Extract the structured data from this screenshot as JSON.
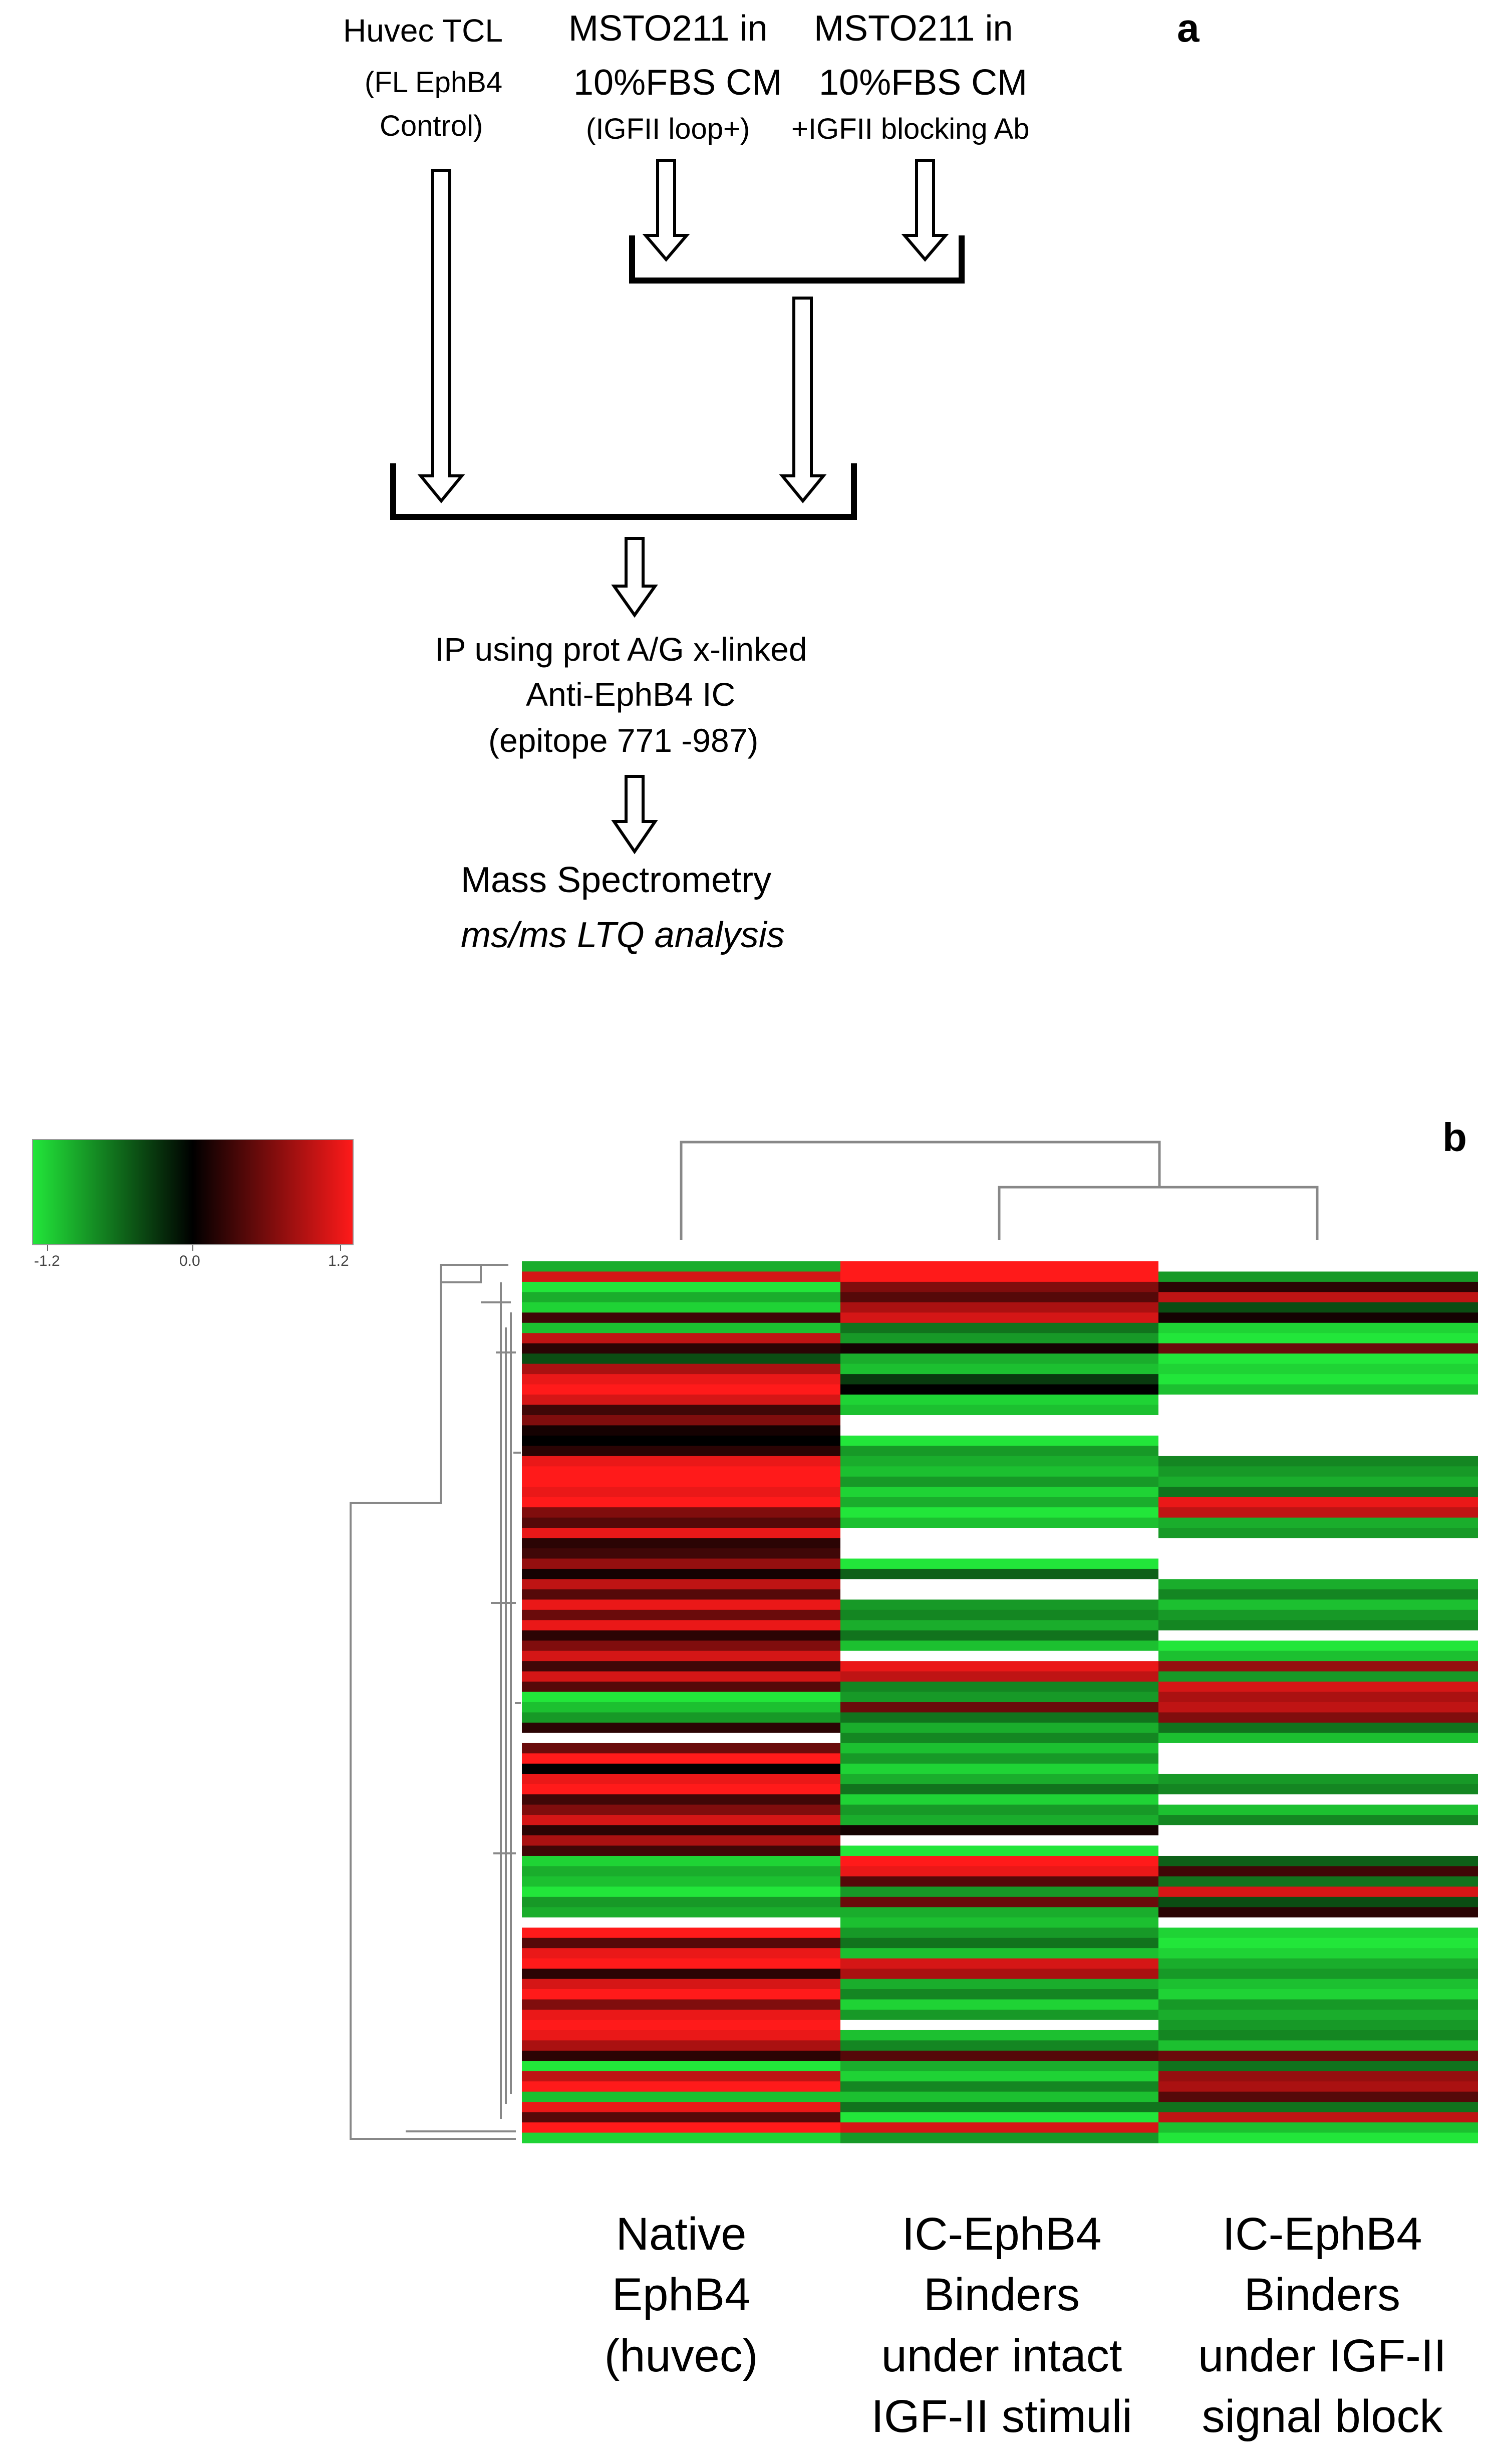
{
  "panel_a": {
    "letter": "a",
    "sources": [
      {
        "title": "Huvec TCL",
        "line2": "(FL EphB4",
        "line3": "Control)"
      },
      {
        "title": "MSTO211 in",
        "line2": "10%FBS CM",
        "line3": "(IGFII loop+)"
      },
      {
        "title": "MSTO211 in",
        "line2": "10%FBS CM",
        "line3": "+IGFII blocking Ab"
      }
    ],
    "ip_step": [
      "IP using prot A/G x-linked",
      "Anti-EphB4 IC",
      "(epitope 771 -987)"
    ],
    "ms_step": {
      "title": "Mass Spectrometry",
      "subtitle": "ms/ms LTQ analysis"
    }
  },
  "panel_b": {
    "letter": "b",
    "color_scale": {
      "min_label": "-1.2",
      "mid_label": "0.0",
      "max_label": "1.2",
      "low_color": "#22e63a",
      "mid_color": "#000000",
      "high_color": "#ff1a1a",
      "missing_color": "#ffffff"
    },
    "columns": [
      {
        "lines": [
          "Native",
          "EphB4",
          "(huvec)"
        ]
      },
      {
        "lines": [
          "IC-EphB4",
          "Binders",
          "under intact",
          "IGF-II stimuli"
        ]
      },
      {
        "lines": [
          "IC-EphB4",
          "Binders",
          "under IGF-II",
          "signal block"
        ]
      }
    ]
  },
  "chart_data": {
    "type": "heatmap",
    "title": "",
    "columns": [
      "Native EphB4 (huvec)",
      "IC-EphB4 Binders under intact IGF-II stimuli",
      "IC-EphB4 Binders under IGF-II signal block"
    ],
    "value_range": [
      -1.2,
      1.2
    ],
    "column_dendrogram": "col1 separate; col2 and col3 cluster together",
    "rows_note": "missing values shown as white (null)",
    "rows": [
      [
        -0.9,
        1.2,
        null
      ],
      [
        1.0,
        1.2,
        -0.8
      ],
      [
        -1.2,
        0.6,
        0.2
      ],
      [
        -0.9,
        0.4,
        0.9
      ],
      [
        -1.1,
        0.8,
        -0.4
      ],
      [
        0.3,
        1.0,
        0.1
      ],
      [
        -1.0,
        -0.6,
        -1.1
      ],
      [
        0.9,
        -0.8,
        -1.2
      ],
      [
        0.2,
        0.1,
        0.5
      ],
      [
        -0.4,
        -0.9,
        -1.2
      ],
      [
        0.8,
        -1.0,
        -1.1
      ],
      [
        1.1,
        -0.3,
        -1.2
      ],
      [
        1.2,
        0.0,
        -1.0
      ],
      [
        1.0,
        -1.1,
        null
      ],
      [
        0.3,
        -1.0,
        null
      ],
      [
        0.6,
        null,
        null
      ],
      [
        0.1,
        null,
        null
      ],
      [
        0.0,
        -1.2,
        null
      ],
      [
        0.2,
        -0.8,
        null
      ],
      [
        1.1,
        -0.9,
        -0.7
      ],
      [
        1.2,
        -1.0,
        -0.8
      ],
      [
        1.2,
        -0.8,
        -0.9
      ],
      [
        1.1,
        -1.1,
        -0.6
      ],
      [
        1.2,
        -0.9,
        1.1
      ],
      [
        0.6,
        -1.2,
        0.9
      ],
      [
        0.4,
        -1.0,
        -0.9
      ],
      [
        1.1,
        null,
        -0.8
      ],
      [
        0.2,
        null,
        null
      ],
      [
        0.3,
        null,
        null
      ],
      [
        0.7,
        -1.2,
        null
      ],
      [
        0.1,
        -0.5,
        null
      ],
      [
        0.9,
        null,
        -0.9
      ],
      [
        0.4,
        null,
        -0.7
      ],
      [
        1.1,
        -0.8,
        -1.0
      ],
      [
        0.5,
        -0.7,
        -0.8
      ],
      [
        1.1,
        -0.9,
        -0.7
      ],
      [
        0.2,
        -0.6,
        null
      ],
      [
        0.6,
        -1.0,
        -1.2
      ],
      [
        1.0,
        null,
        -1.0
      ],
      [
        0.3,
        1.1,
        0.7
      ],
      [
        1.0,
        0.9,
        -0.8
      ],
      [
        0.4,
        -0.7,
        1.0
      ],
      [
        -1.2,
        -0.8,
        0.8
      ],
      [
        -1.0,
        0.5,
        0.9
      ],
      [
        -0.8,
        -0.6,
        0.6
      ],
      [
        0.2,
        -0.9,
        -0.6
      ],
      [
        null,
        -0.7,
        -1.0
      ],
      [
        0.5,
        -1.0,
        null
      ],
      [
        1.2,
        -0.8,
        null
      ],
      [
        0.0,
        -1.1,
        null
      ],
      [
        1.1,
        -0.9,
        -0.8
      ],
      [
        1.2,
        -0.6,
        -0.7
      ],
      [
        0.3,
        -1.1,
        null
      ],
      [
        0.6,
        -0.8,
        -1.0
      ],
      [
        1.0,
        -0.9,
        -0.7
      ],
      [
        0.2,
        0.1,
        null
      ],
      [
        0.8,
        null,
        null
      ],
      [
        0.3,
        -1.2,
        null
      ],
      [
        -1.1,
        1.2,
        -0.5
      ],
      [
        -0.9,
        1.1,
        0.3
      ],
      [
        -1.0,
        0.4,
        -0.6
      ],
      [
        -1.2,
        -0.8,
        1.0
      ],
      [
        -0.8,
        0.5,
        -0.4
      ],
      [
        -0.9,
        -0.9,
        0.2
      ],
      [
        null,
        -1.0,
        null
      ],
      [
        1.2,
        -0.8,
        -1.1
      ],
      [
        0.4,
        -0.6,
        -1.2
      ],
      [
        1.1,
        -1.0,
        -1.1
      ],
      [
        1.2,
        1.0,
        -0.9
      ],
      [
        0.2,
        0.8,
        -0.8
      ],
      [
        1.0,
        -0.9,
        -1.0
      ],
      [
        1.2,
        -0.7,
        -1.1
      ],
      [
        0.6,
        -1.1,
        -0.8
      ],
      [
        1.1,
        -0.8,
        -0.9
      ],
      [
        1.2,
        null,
        -0.8
      ],
      [
        1.1,
        -1.0,
        -0.7
      ],
      [
        0.8,
        -0.7,
        -1.0
      ],
      [
        0.2,
        0.4,
        0.5
      ],
      [
        -1.2,
        -0.9,
        -0.6
      ],
      [
        0.9,
        -1.1,
        0.7
      ],
      [
        1.2,
        -0.7,
        0.8
      ],
      [
        -1.0,
        -1.0,
        0.4
      ],
      [
        1.1,
        -0.6,
        -0.6
      ],
      [
        0.4,
        -1.2,
        0.9
      ],
      [
        1.2,
        1.0,
        -1.0
      ],
      [
        -1.1,
        -0.8,
        -1.2
      ]
    ]
  }
}
